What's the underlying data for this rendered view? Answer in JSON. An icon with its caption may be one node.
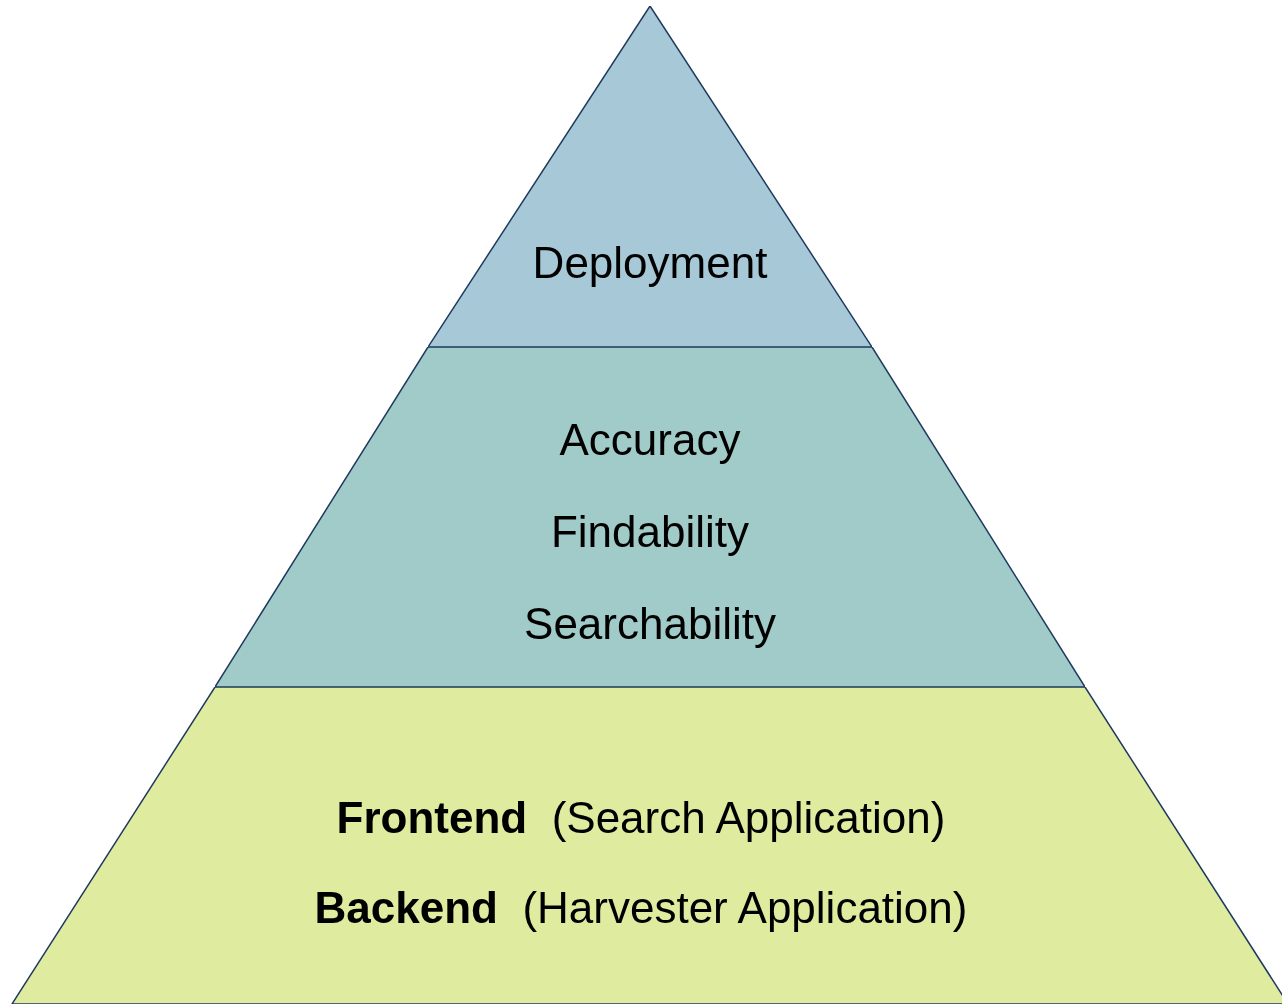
{
  "diagram": {
    "nodes": [
      {
        "text": [
          "Deployment"
        ]
      },
      {
        "text": [
          "Accuracy",
          "Findability",
          "Searchability"
        ]
      },
      {
        "text": [
          "**Frontend**  (Search Application)",
          "**Backend**  (Harvester Application)"
        ]
      }
    ]
  }
}
